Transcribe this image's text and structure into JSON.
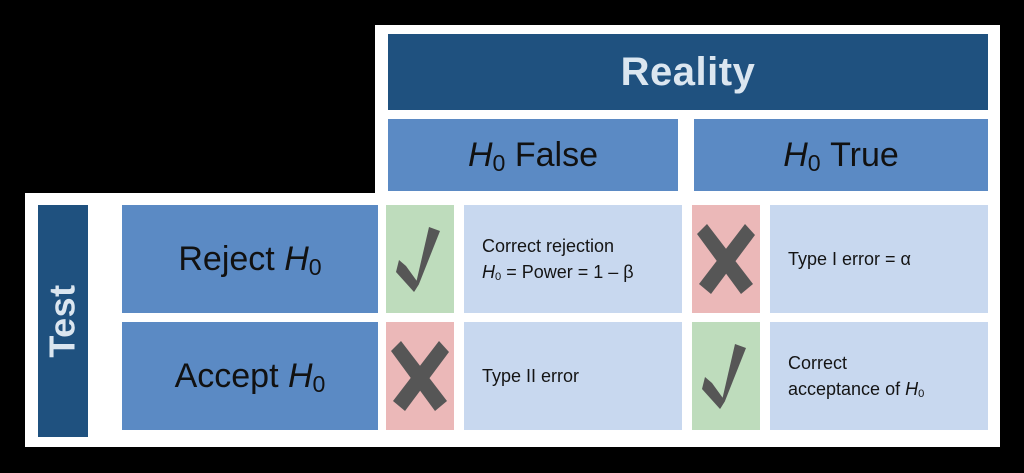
{
  "figure": {
    "background_color": "#000000",
    "panel_color": "#ffffff"
  },
  "palette": {
    "dark_blue": "#1f517f",
    "mid_blue": "#5b8ac4",
    "light_blue": "#c8d8ef",
    "green": "#bedcbc",
    "red": "#ebb8b8",
    "glyph_gray": "#565656",
    "header_text": "#dbe6f0"
  },
  "column_axis": {
    "title": "Reality",
    "headers": [
      {
        "symbol": "H",
        "subscript": "0",
        "state": "False",
        "full": "H0 False"
      },
      {
        "symbol": "H",
        "subscript": "0",
        "state": "True",
        "full": "H0 True"
      }
    ]
  },
  "row_axis": {
    "title": "Test",
    "headers": [
      {
        "action": "Reject",
        "symbol": "H",
        "subscript": "0",
        "full": "Reject H0"
      },
      {
        "action": "Accept",
        "symbol": "H",
        "subscript": "0",
        "full": "Accept H0"
      }
    ]
  },
  "cells": [
    {
      "row": "Reject H0",
      "column": "H0 False",
      "verdict": "correct",
      "icon": "check-icon",
      "swatch_color": "#bedcbc",
      "line1": "Correct rejection",
      "line2_parts": {
        "symbol": "H",
        "subscript": "0",
        "rest": " = Power = 1 –  β"
      },
      "text": "Correct rejection H0 = Power = 1 – β"
    },
    {
      "row": "Reject H0",
      "column": "H0 True",
      "verdict": "error",
      "icon": "cross-icon",
      "swatch_color": "#ebb8b8",
      "line1": "Type I error = α",
      "line2_parts": null,
      "text": "Type I error = α"
    },
    {
      "row": "Accept H0",
      "column": "H0 False",
      "verdict": "error",
      "icon": "cross-icon",
      "swatch_color": "#ebb8b8",
      "line1": "Type II error",
      "line2_parts": null,
      "text": "Type II error"
    },
    {
      "row": "Accept H0",
      "column": "H0 True",
      "verdict": "correct",
      "icon": "check-icon",
      "swatch_color": "#bedcbc",
      "line1": "Correct",
      "line2_parts": {
        "symbol": "",
        "subscript": "",
        "rest": "acceptance of "
      },
      "line2_tail": {
        "symbol": "H",
        "subscript": "0"
      },
      "text": "Correct acceptance of H0"
    }
  ]
}
